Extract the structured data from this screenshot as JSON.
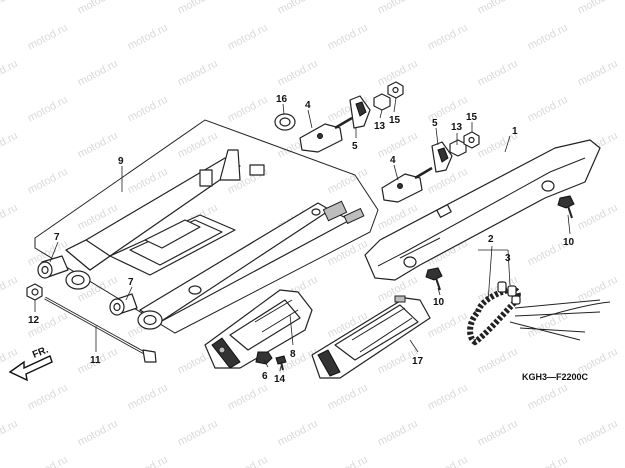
{
  "callouts": [
    {
      "id": "c1",
      "text": "1"
    },
    {
      "id": "c2",
      "text": "2"
    },
    {
      "id": "c3",
      "text": "3"
    },
    {
      "id": "c4a",
      "text": "4"
    },
    {
      "id": "c4b",
      "text": "4"
    },
    {
      "id": "c5a",
      "text": "5"
    },
    {
      "id": "c5b",
      "text": "5"
    },
    {
      "id": "c6",
      "text": "6"
    },
    {
      "id": "c7a",
      "text": "7"
    },
    {
      "id": "c7b",
      "text": "7"
    },
    {
      "id": "c8",
      "text": "8"
    },
    {
      "id": "c9",
      "text": "9"
    },
    {
      "id": "c10a",
      "text": "10"
    },
    {
      "id": "c10b",
      "text": "10"
    },
    {
      "id": "c11",
      "text": "11"
    },
    {
      "id": "c12",
      "text": "12"
    },
    {
      "id": "c13a",
      "text": "13"
    },
    {
      "id": "c13b",
      "text": "13"
    },
    {
      "id": "c14",
      "text": "14"
    },
    {
      "id": "c15a",
      "text": "15"
    },
    {
      "id": "c15b",
      "text": "15"
    },
    {
      "id": "c16",
      "text": "16"
    },
    {
      "id": "c17",
      "text": "17"
    }
  ],
  "direction_label": "FR.",
  "diagram_code": "KGH3—F2200C",
  "watermark_text": "motod.ru"
}
